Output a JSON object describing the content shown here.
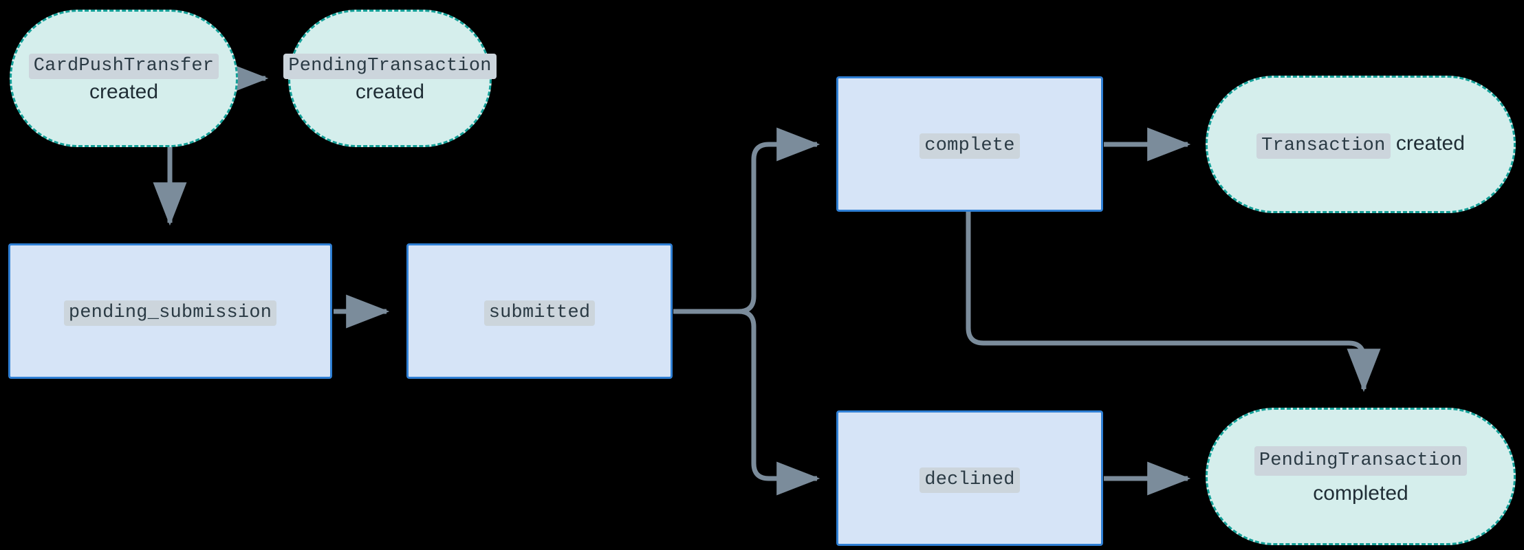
{
  "diagram": {
    "type": "state-flow-diagram",
    "background_color": "#000000",
    "colors": {
      "event_node_fill": "#d5eeec",
      "event_node_border": "#14a098",
      "state_node_fill": "#d6e4f7",
      "state_node_border": "#2f7fd4",
      "edge": "#7b8c9b",
      "code_background": "#ccd5dc",
      "text": "#1f2d35"
    },
    "nodes": [
      {
        "id": "card_push_transfer_created",
        "shape": "stadium",
        "kind": "event",
        "code": "CardPushTransfer",
        "plain": "created",
        "multiline": false
      },
      {
        "id": "pending_transaction_created",
        "shape": "stadium",
        "kind": "event",
        "code": "PendingTransaction",
        "plain": "created",
        "multiline": false
      },
      {
        "id": "pending_submission",
        "shape": "rect",
        "kind": "state",
        "code": "pending_submission",
        "plain": "",
        "multiline": false
      },
      {
        "id": "submitted",
        "shape": "rect",
        "kind": "state",
        "code": "submitted",
        "plain": "",
        "multiline": false
      },
      {
        "id": "complete",
        "shape": "rect",
        "kind": "state",
        "code": "complete",
        "plain": "",
        "multiline": false
      },
      {
        "id": "declined",
        "shape": "rect",
        "kind": "state",
        "code": "declined",
        "plain": "",
        "multiline": false
      },
      {
        "id": "transaction_created",
        "shape": "stadium",
        "kind": "event",
        "code": "Transaction",
        "plain": "created",
        "multiline": false
      },
      {
        "id": "pending_transaction_completed",
        "shape": "stadium",
        "kind": "event",
        "code": "PendingTransaction",
        "plain": "completed",
        "multiline": true
      }
    ],
    "edges": [
      {
        "from": "card_push_transfer_created",
        "to": "pending_transaction_created",
        "style": "straight-right"
      },
      {
        "from": "card_push_transfer_created",
        "to": "pending_submission",
        "style": "straight-down"
      },
      {
        "from": "pending_submission",
        "to": "submitted",
        "style": "straight-right"
      },
      {
        "from": "submitted",
        "to": "complete",
        "style": "elbow-up-right"
      },
      {
        "from": "submitted",
        "to": "declined",
        "style": "elbow-down-right"
      },
      {
        "from": "complete",
        "to": "transaction_created",
        "style": "straight-right"
      },
      {
        "from": "complete",
        "to": "pending_transaction_completed",
        "style": "elbow-down-right-down"
      },
      {
        "from": "declined",
        "to": "pending_transaction_completed",
        "style": "straight-right"
      }
    ]
  }
}
